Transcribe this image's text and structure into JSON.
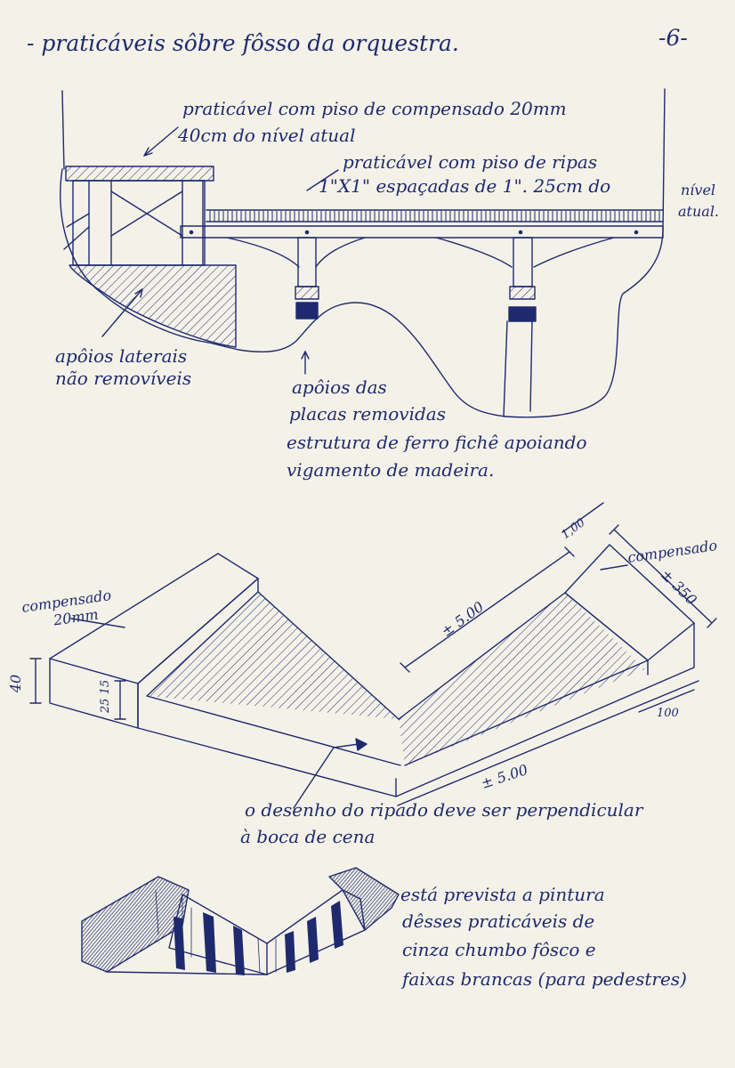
{
  "header": {
    "title": "- praticáveis sôbre fôsso da orquestra.",
    "page_number": "-6-"
  },
  "section_view": {
    "label_platform_line1": "praticável com piso de compensado 20mm",
    "label_platform_line2": "40cm do nível atual",
    "label_slats_line1": "praticável com piso de ripas",
    "label_slats_line2": "1\"X1\" espaçadas de 1\". 25cm do",
    "label_slats_line3": "nível",
    "label_slats_line4": "atual.",
    "label_lateral_line1": "apôios laterais",
    "label_lateral_line2": "não removíveis",
    "label_supports_line1": "apôios das",
    "label_supports_line2": "placas removidas",
    "label_supports_line3": "estrutura de ferro fichê apoiando",
    "label_supports_line4": "vigamento de madeira."
  },
  "perspective_view": {
    "label_plywood_left_line1": "compensado",
    "label_plywood_left_line2": "20mm",
    "label_plywood_right": "compensado",
    "dim_height": "40",
    "dim_step": "25 15",
    "dim_width_top": "1,00",
    "dim_length_top": "± 5.00",
    "dim_depth_right": "± 350",
    "dim_width_bottom": "100",
    "dim_length_bottom": "± 5.00",
    "note_line1": "o desenho do ripado deve ser perpendicular",
    "note_line2": "à boca de cena"
  },
  "painted_view": {
    "note_line1": "está prevista a pintura",
    "note_line2": "dêsses praticáveis de",
    "note_line3": "cinza chumbo fôsco e",
    "note_line4": "faixas brancas (para pedestres)"
  },
  "colors": {
    "ink": "#1f2a6e",
    "paper": "#f4f2e8"
  }
}
